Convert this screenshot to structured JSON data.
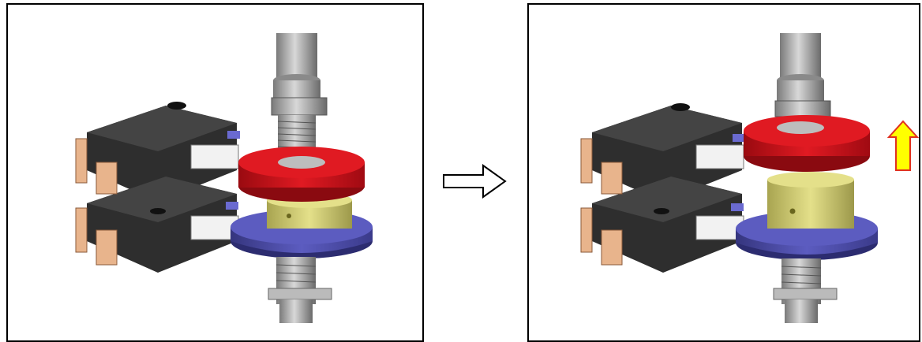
{
  "figure": {
    "panels": [
      {
        "id": "before",
        "state": "red knob threaded down onto yellow collar, resting on blue bracket"
      },
      {
        "id": "after",
        "state": "red knob raised upward off the yellow collar"
      }
    ],
    "transition_icon": "right-outline-arrow-icon",
    "motion_icon": "up-arrow-icon",
    "colors": {
      "panel_border": "#000000",
      "knob_red": "#d0121c",
      "collar_yellow": "#c9c46a",
      "bracket_blue": "#4a4aa8",
      "switch_body": "#2e2e2e",
      "terminal_copper": "#e8b48c",
      "shaft_gray": "#9a9a9a",
      "up_arrow_fill": "#ffff00",
      "up_arrow_stroke": "#e03020"
    }
  }
}
